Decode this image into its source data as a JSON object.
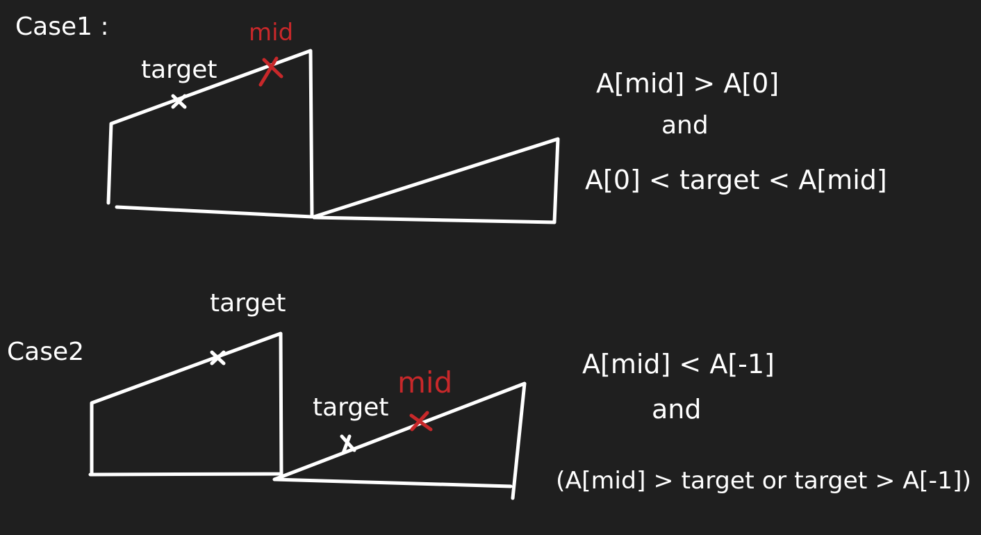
{
  "colors": {
    "background": "#1f1f1f",
    "ink": "#ffffff",
    "highlight": "#c8282a"
  },
  "case1": {
    "title": "Case1 :",
    "target_label": "target",
    "mid_label": "mid",
    "condition_line1": "A[mid] > A[0]",
    "condition_and": "and",
    "condition_line2": "A[0] < target < A[mid]"
  },
  "case2": {
    "title": "Case2",
    "target_label_top": "target",
    "target_label_right": "target",
    "mid_label": "mid",
    "condition_line1": "A[mid] < A[-1]",
    "condition_and": "and",
    "condition_line2": "(A[mid] > target or target > A[-1])"
  }
}
